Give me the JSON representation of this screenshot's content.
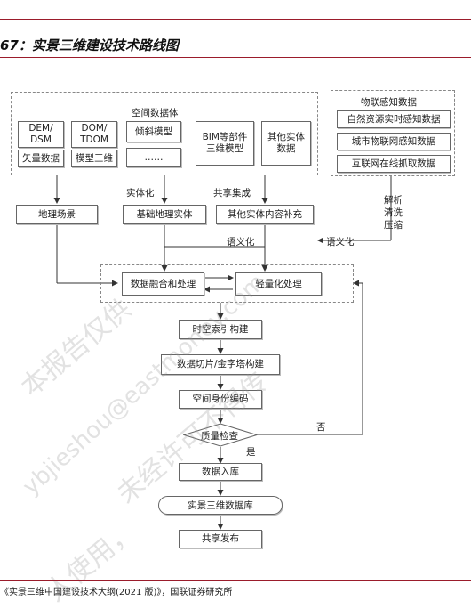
{
  "title": "67：实景三维建设技术路线图",
  "source": "《实景三维中国建设技术大纲(2021 版)》，国联证券研究所",
  "spatial_group": {
    "label": "空间数据体",
    "boxes": {
      "dem": "DEM/\nDSM",
      "dom": "DOM/\nTDOM",
      "oblique": "倾斜模型",
      "vector": "矢量数据",
      "model3d": "模型三维",
      "more": "……",
      "bim": "BIM等部件\n三维模型",
      "other_entity": "其他实体\n数据"
    }
  },
  "iot_group": {
    "label": "物联感知数据",
    "items": [
      "自然资源实时感知数据",
      "城市物联网感知数据",
      "互联网在线抓取数据"
    ]
  },
  "edge_labels": {
    "entity": "实体化",
    "share": "共享集成",
    "parse": "解析\n清洗\n压缩",
    "semantic1": "语义化",
    "semantic2": "语义化",
    "no": "否",
    "yes": "是"
  },
  "steps": {
    "geo_scene": "地理场景",
    "base_entity": "基础地理实体",
    "other_content": "其他实体内容补充",
    "fusion": "数据融合和处理",
    "lightweight": "轻量化处理",
    "index": "时空索引构建",
    "slice": "数据切片/金字塔构建",
    "identity": "空间身份编码",
    "quality": "质量检查",
    "storage": "数据入库",
    "database": "实景三维数据库",
    "publish": "共享发布"
  },
  "watermarks": [
    "本报告仅供",
    "ybjieshou@eastmoney.com",
    "未经许可不得传",
    "人使用，"
  ]
}
